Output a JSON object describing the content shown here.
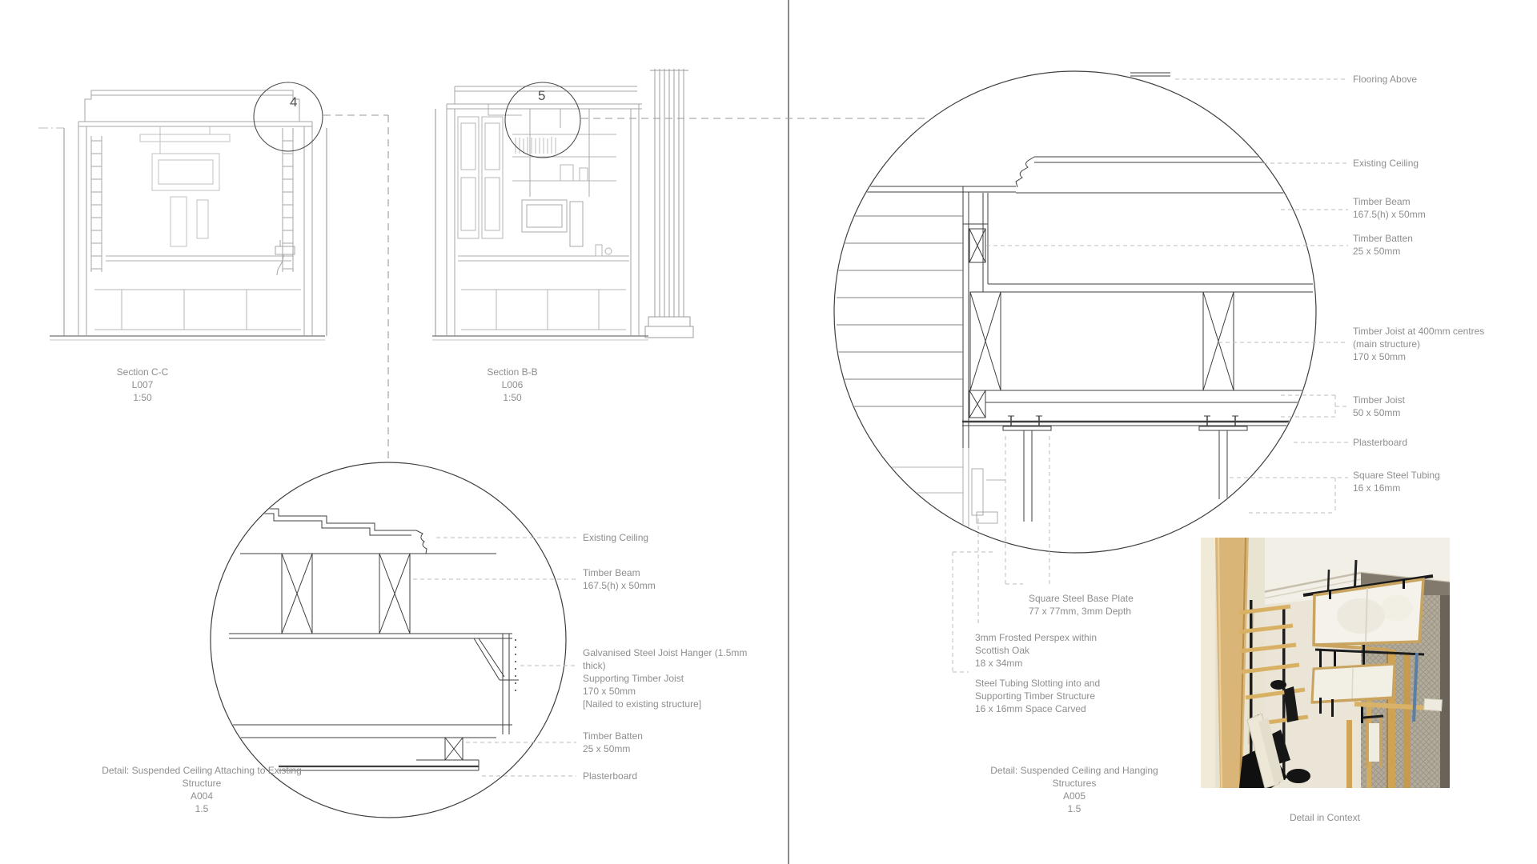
{
  "sections": {
    "section_cc": {
      "callout": "4",
      "caption": "Section C-C\nL007\n1:50"
    },
    "section_bb": {
      "callout": "5",
      "caption": "Section B-B\nL006\n1:50"
    }
  },
  "detail_a004": {
    "labels": {
      "existing_ceiling": "Existing Ceiling",
      "timber_beam": "Timber Beam\n167.5(h) x 50mm",
      "joist_hanger": "Galvanised Steel Joist Hanger (1.5mm\nthick)\nSupporting Timber Joist\n170 x 50mm\n[Nailed to existing structure]",
      "timber_batten": "Timber Batten\n25 x 50mm",
      "plasterboard": "Plasterboard"
    },
    "caption": "Detail: Suspended Ceiling Attaching to Existing\nStructure\nA004\n1.5"
  },
  "detail_a005": {
    "labels": {
      "flooring_above": "Flooring Above",
      "existing_ceiling": "Existing Ceiling",
      "timber_beam": "Timber Beam\n167.5(h) x 50mm",
      "timber_batten": "Timber Batten\n25 x 50mm",
      "timber_joist_main": "Timber Joist at 400mm centres\n(main structure)\n170 x 50mm",
      "timber_joist": "Timber Joist\n50 x 50mm",
      "plasterboard": "Plasterboard",
      "square_steel_tubing": "Square Steel Tubing\n16 x 16mm"
    },
    "annotations": {
      "base_plate": "Square Steel Base Plate\n77 x 77mm, 3mm Depth",
      "perspex": "3mm Frosted Perspex within\nScottish Oak\n18 x 34mm",
      "steel_tubing": "Steel Tubing Slotting into and\nSupporting Timber Structure\n16 x 16mm Space Carved"
    },
    "caption": "Detail: Suspended Ceiling and Hanging\nStructures\nA005\n1.5"
  },
  "photo": {
    "caption": "Detail in Context"
  }
}
